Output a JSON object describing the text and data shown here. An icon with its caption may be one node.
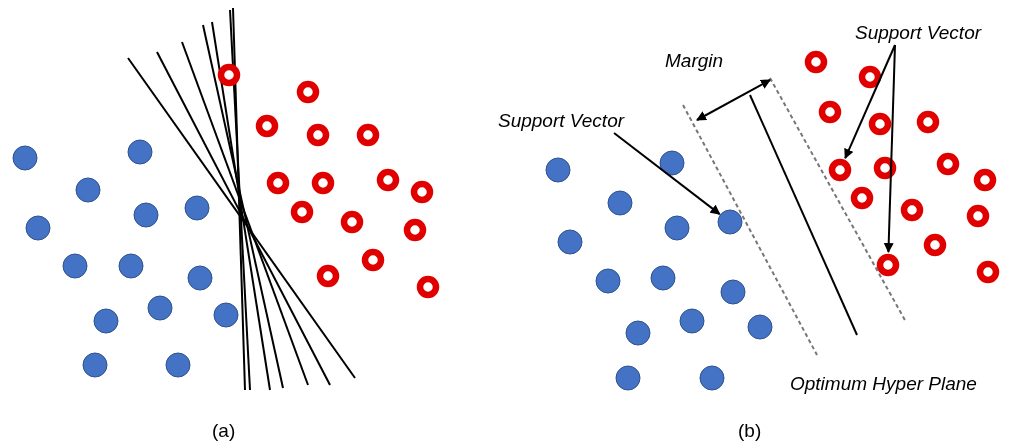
{
  "diagram": {
    "nodes": [
      {
        "text": [
          "Support Vector"
        ]
      },
      {
        "text": [
          "Support Vector"
        ]
      },
      {
        "text": [],
        "shape": "circle"
      },
      {
        "text": [],
        "shape": "circle"
      },
      {
        "text": [],
        "shape": "circle"
      }
    ],
    "edges": [
      {
        "from": 0,
        "to": 2,
        "arrow": "to"
      },
      {
        "from": 1,
        "to": 3,
        "arrow": "to"
      },
      {
        "from": 1,
        "to": 4,
        "arrow": "to"
      }
    ],
    "labels": [
      "Margin",
      "Optimum Hyper Plane",
      "(a)",
      "(b)"
    ]
  }
}
